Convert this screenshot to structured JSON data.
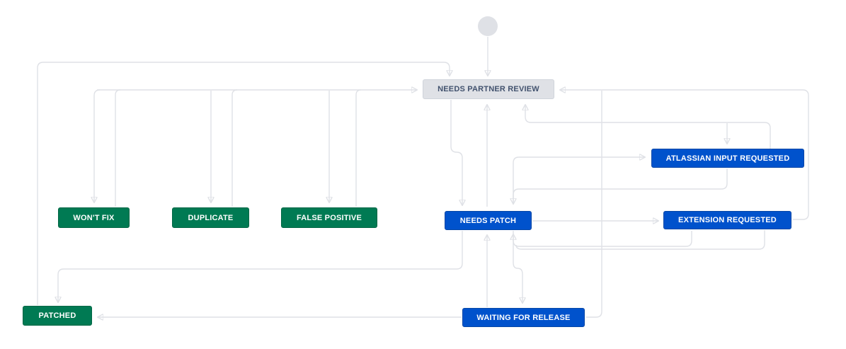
{
  "diagram": {
    "type": "workflow-diagram",
    "start_node": {
      "id": "create",
      "shape": "circle"
    },
    "nodes": [
      {
        "id": "needs-partner-review",
        "label": "NEEDS PARTNER REVIEW",
        "category": "neutral"
      },
      {
        "id": "wont-fix",
        "label": "WON'T FIX",
        "category": "done"
      },
      {
        "id": "duplicate",
        "label": "DUPLICATE",
        "category": "done"
      },
      {
        "id": "false-positive",
        "label": "FALSE POSITIVE",
        "category": "done"
      },
      {
        "id": "needs-patch",
        "label": "NEEDS PATCH",
        "category": "in-progress"
      },
      {
        "id": "atlassian-input-requested",
        "label": "ATLASSIAN INPUT REQUESTED",
        "category": "in-progress"
      },
      {
        "id": "extension-requested",
        "label": "EXTENSION REQUESTED",
        "category": "in-progress"
      },
      {
        "id": "waiting-for-release",
        "label": "WAITING FOR RELEASE",
        "category": "in-progress"
      },
      {
        "id": "patched",
        "label": "PATCHED",
        "category": "done"
      }
    ],
    "edges": [
      {
        "from": "create",
        "to": "needs-partner-review"
      },
      {
        "from": "patched",
        "to": "needs-partner-review"
      },
      {
        "from": "needs-partner-review",
        "to": "wont-fix"
      },
      {
        "from": "wont-fix",
        "to": "needs-partner-review"
      },
      {
        "from": "needs-partner-review",
        "to": "duplicate"
      },
      {
        "from": "duplicate",
        "to": "needs-partner-review"
      },
      {
        "from": "needs-partner-review",
        "to": "false-positive"
      },
      {
        "from": "false-positive",
        "to": "needs-partner-review"
      },
      {
        "from": "needs-partner-review",
        "to": "needs-patch"
      },
      {
        "from": "needs-patch",
        "to": "needs-partner-review"
      },
      {
        "from": "atlassian-input-requested",
        "to": "needs-partner-review"
      },
      {
        "from": "extension-requested",
        "to": "needs-partner-review"
      },
      {
        "from": "waiting-for-release",
        "to": "needs-partner-review"
      },
      {
        "from": "needs-patch",
        "to": "atlassian-input-requested"
      },
      {
        "from": "atlassian-input-requested",
        "to": "needs-patch"
      },
      {
        "from": "needs-patch",
        "to": "extension-requested"
      },
      {
        "from": "extension-requested",
        "to": "needs-patch"
      },
      {
        "from": "needs-patch",
        "to": "waiting-for-release"
      },
      {
        "from": "waiting-for-release",
        "to": "needs-patch"
      },
      {
        "from": "needs-patch",
        "to": "patched"
      },
      {
        "from": "waiting-for-release",
        "to": "patched"
      }
    ],
    "colors": {
      "status_green": "#007a53",
      "status_blue": "#0052cc",
      "status_neutral_bg": "#dfe1e6",
      "status_neutral_text": "#42526e",
      "connector_line": "#dfe1e6",
      "arrowhead": "#c1c7d0",
      "background": "#ffffff"
    }
  }
}
